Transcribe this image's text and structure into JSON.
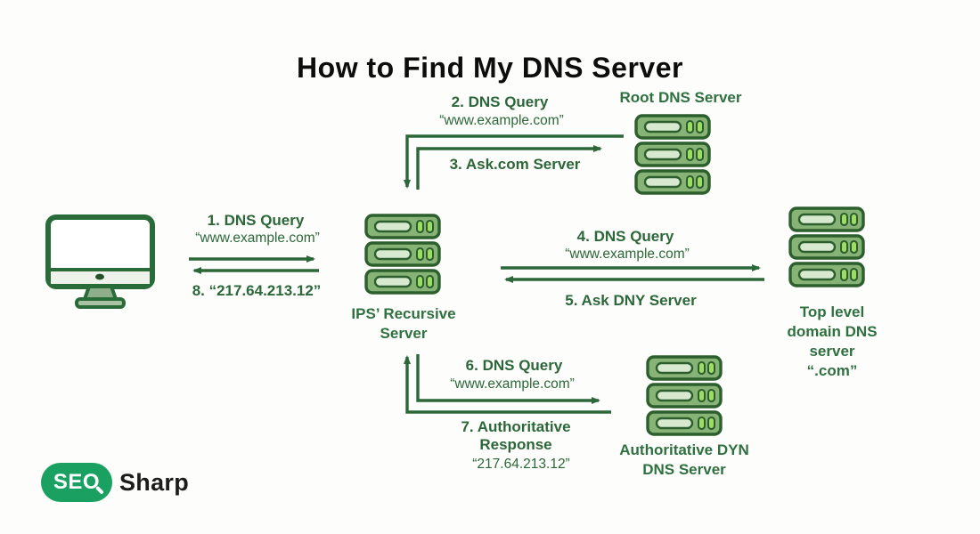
{
  "title": "How to Find My DNS Server",
  "colors": {
    "background": "#fdfdfb",
    "text_green": "#2c673a",
    "node_label_green": "#2f7040",
    "arrow_green": "#2c673a",
    "server_fill": "#87b377",
    "server_border": "#2c5f2d",
    "server_slot": "#d7ead0",
    "server_led": "#9edd63",
    "title_black": "#0d0d0d",
    "logo_green": "#1aa161"
  },
  "nodes": {
    "client": {
      "icon": "desktop-monitor-icon"
    },
    "root": {
      "label": "Root DNS Server"
    },
    "recursive": {
      "lines": [
        "IPS’ Recursive",
        "Server"
      ]
    },
    "tld": {
      "lines": [
        "Top level",
        "domain DNS",
        "server",
        "“.com”"
      ]
    },
    "authoritative": {
      "lines": [
        "Authoritative DYN",
        "DNS Server"
      ]
    }
  },
  "steps": {
    "step1": {
      "label": "1.  DNS Query",
      "query": "“www.example.com”"
    },
    "step2": {
      "label": "2. DNS Query",
      "query": "“www.example.com”"
    },
    "step3": {
      "label": "3. Ask.com Server"
    },
    "step4": {
      "label": "4. DNS Query",
      "query": "“www.example.com”"
    },
    "step5": {
      "label": "5. Ask DNY Server"
    },
    "step6": {
      "label": "6. DNS Query",
      "query": "“www.example.com”"
    },
    "step7": {
      "lines": [
        "7. Authoritative",
        "Response"
      ],
      "value": "“217.64.213.12”"
    },
    "step8": {
      "label": "8. “217.64.213.12”"
    }
  },
  "logo": {
    "badge": "SEO",
    "name": "Sharp"
  }
}
